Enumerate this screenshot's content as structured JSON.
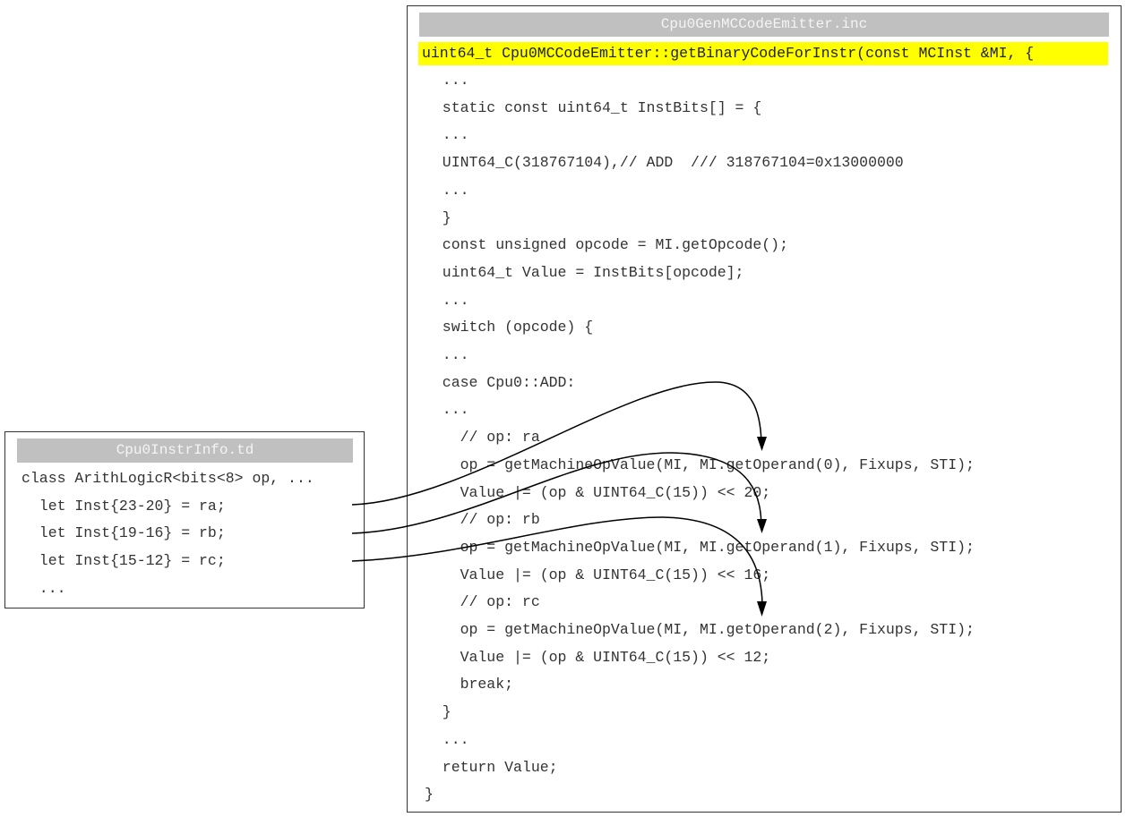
{
  "right_panel": {
    "title": "Cpu0GenMCCodeEmitter.inc",
    "highlight_line": "uint64_t Cpu0MCCodeEmitter::getBinaryCodeForInstr(const MCInst &MI, {",
    "highlight_color": "#ffff00",
    "lines": [
      {
        "text": "  ...",
        "indent": 1
      },
      {
        "text": "  static const uint64_t InstBits[] = {",
        "indent": 1
      },
      {
        "text": "  ...",
        "indent": 1
      },
      {
        "text": "  UINT64_C(318767104),// ADD  /// 318767104=0x13000000",
        "indent": 1
      },
      {
        "text": "  ...",
        "indent": 1
      },
      {
        "text": "  }",
        "indent": 1
      },
      {
        "text": "  const unsigned opcode = MI.getOpcode();",
        "indent": 1
      },
      {
        "text": "  uint64_t Value = InstBits[opcode];",
        "indent": 1
      },
      {
        "text": "  ...",
        "indent": 1
      },
      {
        "text": "  switch (opcode) {",
        "indent": 1
      },
      {
        "text": "  ...",
        "indent": 1
      },
      {
        "text": "  case Cpu0::ADD:",
        "indent": 1
      },
      {
        "text": "  ...",
        "indent": 1
      },
      {
        "text": "    // op: ra",
        "indent": 2
      },
      {
        "text": "    op = getMachineOpValue(MI, MI.getOperand(0), Fixups, STI);",
        "indent": 2
      },
      {
        "text": "    Value |= (op & UINT64_C(15)) << 20;",
        "indent": 2
      },
      {
        "text": "    // op: rb",
        "indent": 2
      },
      {
        "text": "    op = getMachineOpValue(MI, MI.getOperand(1), Fixups, STI);",
        "indent": 2
      },
      {
        "text": "    Value |= (op & UINT64_C(15)) << 16;",
        "indent": 2
      },
      {
        "text": "    // op: rc",
        "indent": 2
      },
      {
        "text": "    op = getMachineOpValue(MI, MI.getOperand(2), Fixups, STI);",
        "indent": 2
      },
      {
        "text": "    Value |= (op & UINT64_C(15)) << 12;",
        "indent": 2
      },
      {
        "text": "    break;",
        "indent": 2
      },
      {
        "text": "  }",
        "indent": 1
      },
      {
        "text": "  ...",
        "indent": 1
      },
      {
        "text": "  return Value;",
        "indent": 1
      },
      {
        "text": "}",
        "indent": 0
      }
    ]
  },
  "left_panel": {
    "title": "Cpu0InstrInfo.td",
    "lines": [
      {
        "text": "class ArithLogicR<bits<8> op, ..."
      },
      {
        "text": "  let Inst{23-20} = ra;"
      },
      {
        "text": "  let Inst{19-16} = rb;"
      },
      {
        "text": "  let Inst{15-12} = rc;"
      },
      {
        "text": "  ..."
      }
    ]
  },
  "arrows": [
    {
      "from": "let Inst{23-20} = ra;",
      "to": "op = getMachineOpValue(MI, MI.getOperand(0), Fixups, STI);"
    },
    {
      "from": "let Inst{19-16} = rb;",
      "to": "op = getMachineOpValue(MI, MI.getOperand(1), Fixups, STI);"
    },
    {
      "from": "let Inst{15-12} = rc;",
      "to": "op = getMachineOpValue(MI, MI.getOperand(2), Fixups, STI);"
    }
  ]
}
